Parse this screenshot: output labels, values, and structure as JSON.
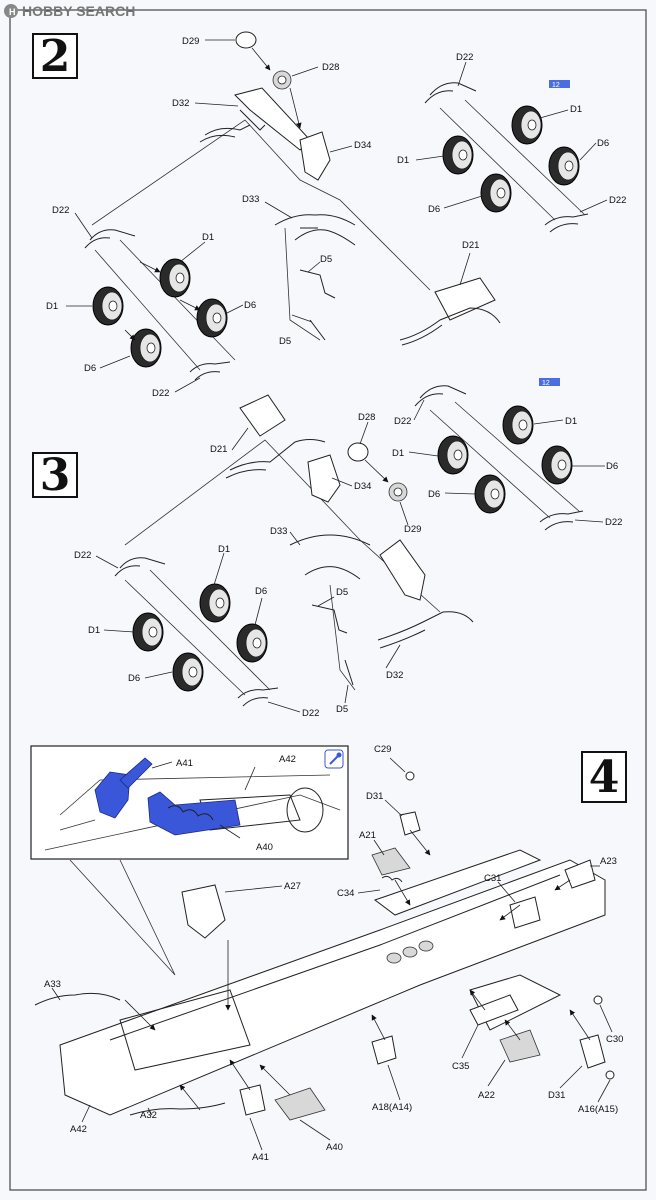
{
  "watermark": {
    "brand": "HOBBY SEARCH"
  },
  "steps": [
    {
      "number": "2"
    },
    {
      "number": "3"
    },
    {
      "number": "4"
    }
  ],
  "step2": {
    "labels": [
      "D29",
      "D28",
      "D32",
      "D34",
      "D33",
      "D5",
      "D5",
      "D22",
      "D1",
      "D1",
      "D6",
      "D6",
      "D22",
      "D22",
      "D1",
      "D1",
      "D6",
      "D6",
      "D22",
      "D21"
    ],
    "badge": "12"
  },
  "step3": {
    "labels": [
      "D21",
      "D28",
      "D34",
      "D29",
      "D33",
      "D5",
      "D5",
      "D32",
      "D22",
      "D1",
      "D1",
      "D6",
      "D6",
      "D22",
      "D22",
      "D1",
      "D1",
      "D6",
      "D6",
      "D22"
    ],
    "badge": "12"
  },
  "step4": {
    "inset_labels": [
      "A41",
      "A42",
      "A40"
    ],
    "labels": [
      "C29",
      "D31",
      "A21",
      "C34",
      "A23",
      "C31",
      "A27",
      "A33",
      "C30",
      "C35",
      "A22",
      "D31",
      "A16(A15)",
      "A18(A14)",
      "A42",
      "A32",
      "A41",
      "A40"
    ]
  }
}
